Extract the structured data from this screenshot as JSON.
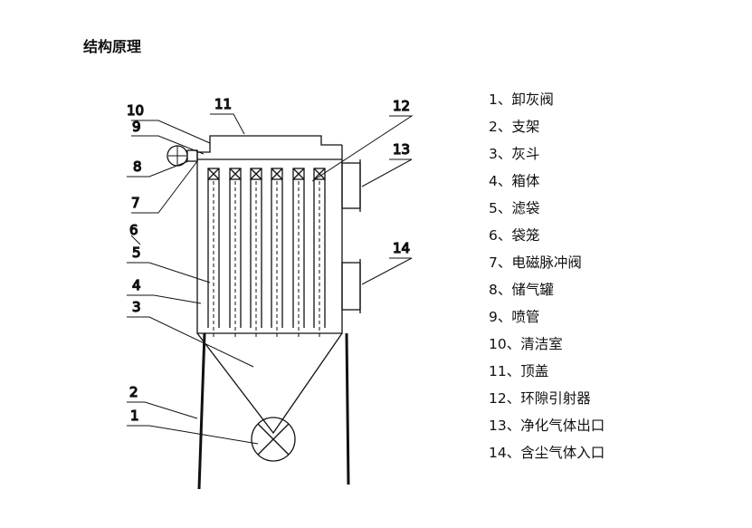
{
  "title": "结构原理",
  "callouts": [
    "1",
    "2",
    "3",
    "4",
    "5",
    "6",
    "7",
    "8",
    "9",
    "10",
    "11",
    "12",
    "13",
    "14"
  ],
  "legend": [
    {
      "num": "1、",
      "label": "卸灰阀"
    },
    {
      "num": "2、",
      "label": "支架"
    },
    {
      "num": "3、",
      "label": "灰斗"
    },
    {
      "num": "4、",
      "label": "箱体"
    },
    {
      "num": "5、",
      "label": "滤袋"
    },
    {
      "num": "6、",
      "label": "袋笼"
    },
    {
      "num": "7、",
      "label": "电磁脉冲阀"
    },
    {
      "num": "8、",
      "label": "储气罐"
    },
    {
      "num": "9、",
      "label": "喷管"
    },
    {
      "num": "10、",
      "label": "清洁室"
    },
    {
      "num": "11、",
      "label": "顶盖"
    },
    {
      "num": "12、",
      "label": "环隙引射器"
    },
    {
      "num": "13、",
      "label": "净化气体出口"
    },
    {
      "num": "14、",
      "label": "含尘气体入口"
    }
  ]
}
